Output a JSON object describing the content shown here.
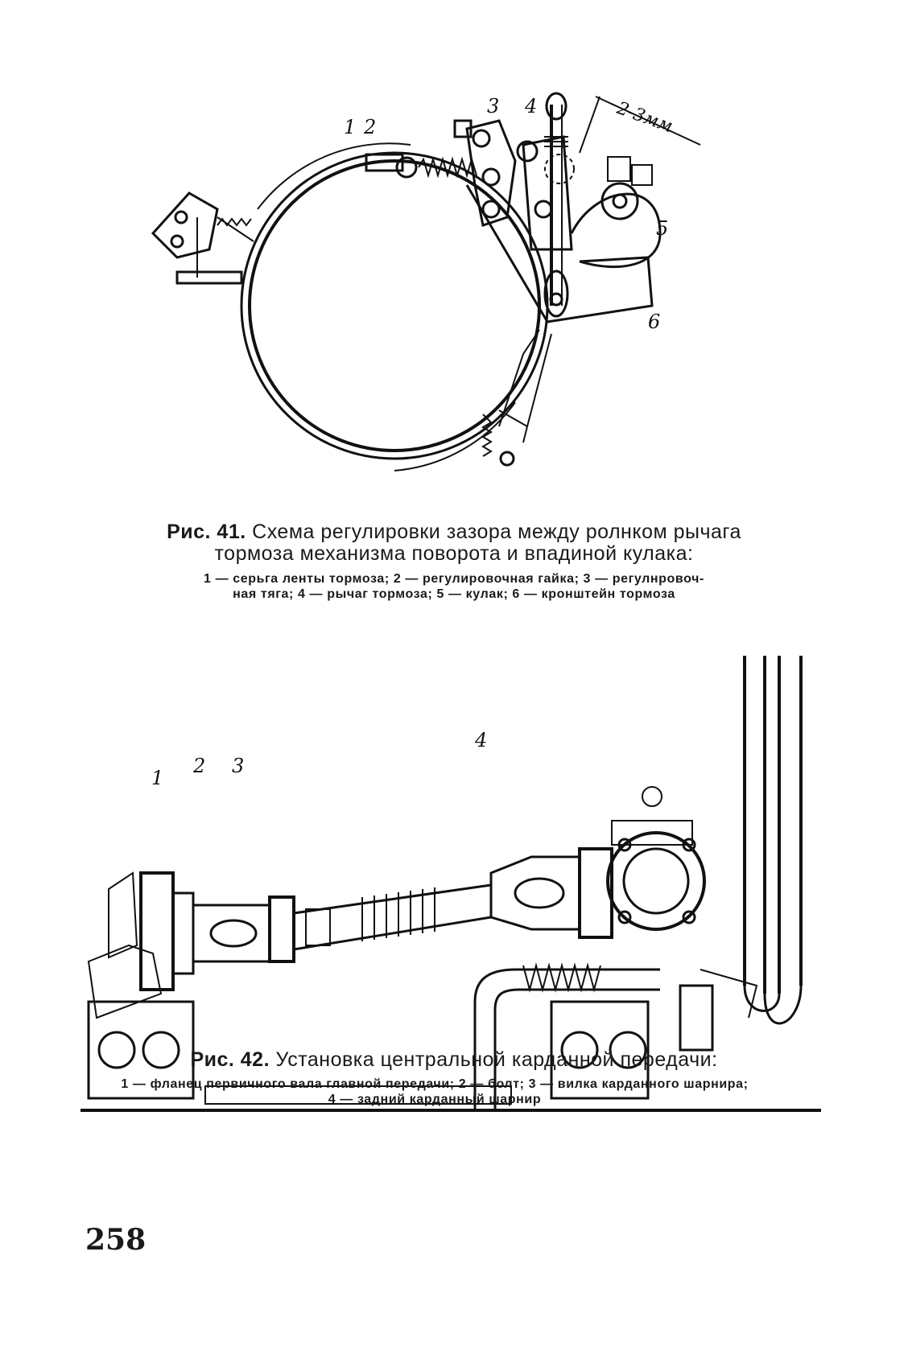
{
  "figure41": {
    "callouts": [
      "1",
      "2",
      "3",
      "4",
      "5",
      "6"
    ],
    "dimension_label": "2-3мм",
    "caption_prefix": "Рис. 41.",
    "caption_line1": "Схема регулировки зазора между ролнком рычага",
    "caption_line2": "тормоза механизма поворота и впадиной кулака:",
    "legend_line1": "1 — серьга ленты тормоза; 2 — регулировочная гайка; 3 — регулнровоч-",
    "legend_line2": "ная тяга; 4 — рычаг тормоза; 5 — кулак; 6 — кронштейн тормоза"
  },
  "figure42": {
    "callouts": [
      "1",
      "2",
      "3",
      "4"
    ],
    "caption_prefix": "Рис. 42.",
    "caption_line1": "Установка центральной карданной передачи:",
    "legend_line1": "1 — фланец первичного вала главной передачи; 2 — болт; 3 — вилка карданного шарнира;",
    "legend_line2": "4 — задний карданный шарнир"
  },
  "page_number": "258"
}
